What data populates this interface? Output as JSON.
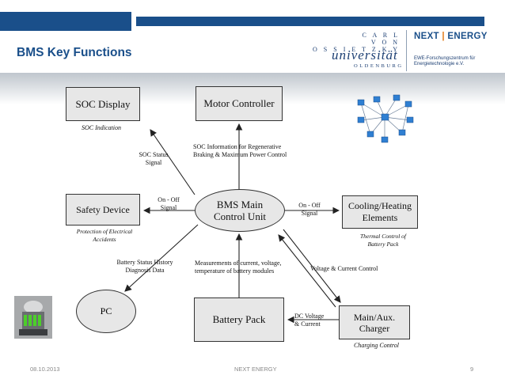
{
  "header": {
    "title": "BMS Key Functions",
    "university": {
      "line1": "C A R L",
      "line2": "V O N",
      "line3": "O S S I E T Z K Y",
      "name": "universität",
      "city": "OLDENBURG"
    },
    "next_energy": {
      "logo_a": "NEXT",
      "logo_b": "ENERGY",
      "subtitle": "EWE-Forschungszentrum für Energietechnologie e.V."
    }
  },
  "diagram": {
    "soc_display": "SOC Display",
    "soc_indication": "SOC Indication",
    "motor_controller": "Motor Controller",
    "bms_main": "BMS Main Control Unit",
    "safety_device": "Safety Device",
    "safety_caption": "Protection of Electrical Accidents",
    "cooling": "Cooling/Heating Elements",
    "cooling_caption": "Thermal Control of Battery Pack",
    "pc": "PC",
    "battery_pack": "Battery Pack",
    "charger": "Main/Aux. Charger",
    "charger_caption": "Charging Control",
    "label_soc_status": "SOC Status Signal",
    "label_soc_info": "SOC Information for Regenerative Braking & Maximum Power Control",
    "label_onoff_left": "On - Off Signal",
    "label_onoff_right": "On - Off Signal",
    "label_battery_history": "Battery Status History Diagnosis Data",
    "label_measurements": "Measurements of current, voltage, temperature of battery modules",
    "label_voltage_current": "Voltage & Current Control",
    "label_dc_voltage": "DC Voltage & Current"
  },
  "footer": {
    "date": "08.10.2013",
    "center": "NEXT ENERGY",
    "page": "9"
  },
  "colors": {
    "brand_blue": "#1a4f8a",
    "accent_orange": "#e07a1a"
  }
}
